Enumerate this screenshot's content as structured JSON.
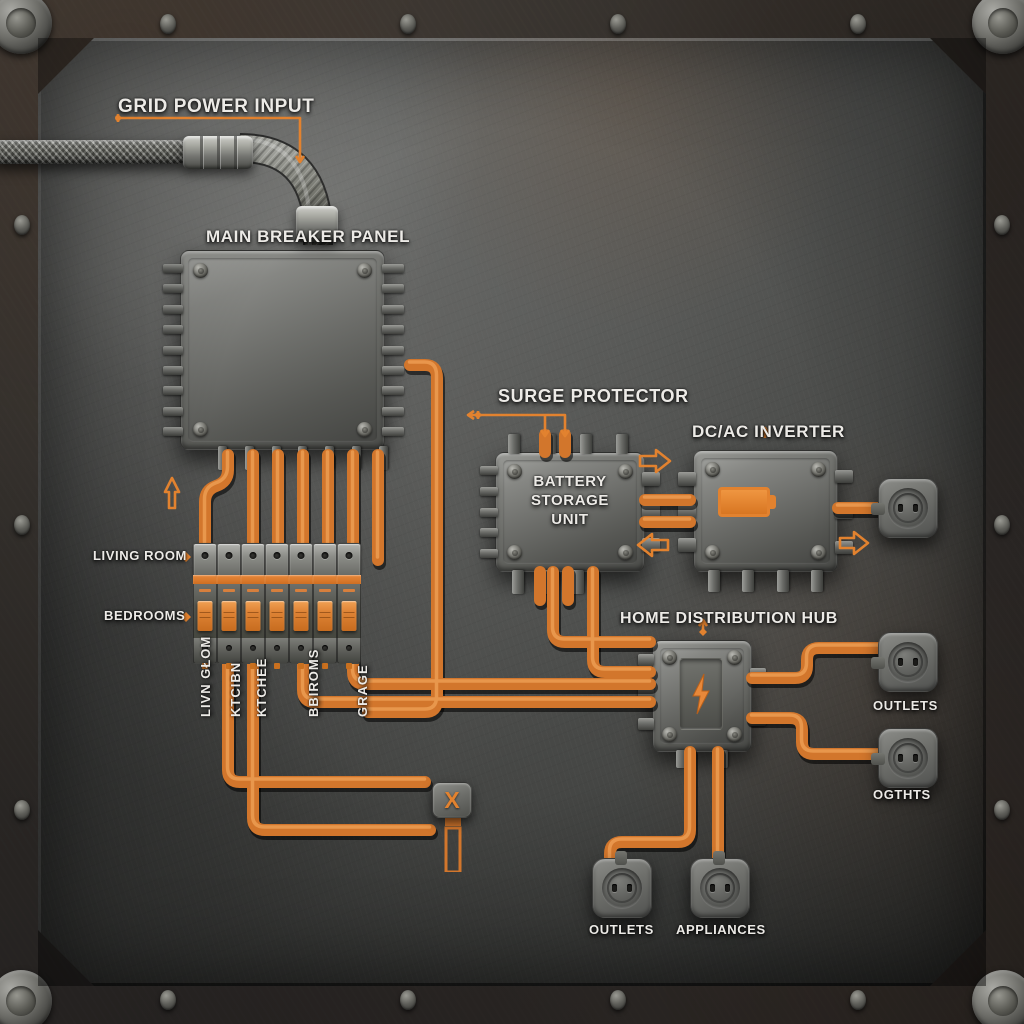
{
  "diagram": {
    "title_labels": {
      "grid_power_input": "GRID POWER INPUT",
      "main_breaker_panel": "MAIN BREAKER PANEL",
      "surge_protector": "SURGE PROTECTOR",
      "dc_ac_inverter": "DC/AC INVERTER",
      "battery_storage_unit": "BATTERY\nSTORAGE\nUNIT",
      "home_distribution_hub": "HOME DISTRIBUTION HUB"
    },
    "breaker_panel": {
      "side_labels": [
        {
          "text": "LIVING ROOM"
        },
        {
          "text": "BEDROOMS"
        }
      ],
      "circuit_labels": [
        {
          "text": "LIVN GŁOM"
        },
        {
          "text": "KTCIBN"
        },
        {
          "text": "KTCHEE"
        },
        {
          "text": "BBIROMS"
        },
        {
          "text": "GRAGE"
        }
      ],
      "breaker_count": 7
    },
    "sockets": [
      {
        "id": "socket-inverter-out",
        "label": ""
      },
      {
        "id": "socket-hub-right-top",
        "label": "OUTLETS"
      },
      {
        "id": "socket-hub-right-bottom",
        "label": "OGTHTS"
      },
      {
        "id": "socket-hub-bottom-left",
        "label": "OUTLETS"
      },
      {
        "id": "socket-hub-bottom-right",
        "label": "APPLIANCES"
      }
    ],
    "icons": {
      "battery": "battery-icon",
      "lightning_bolt": "lightning-bolt-icon",
      "junction_cross": "X",
      "flow_arrow_up": "arrow-up-icon",
      "flow_arrow_right": "arrow-right-icon",
      "flow_arrow_left": "arrow-left-icon"
    },
    "colors": {
      "accent_orange": "#e2822f",
      "cable_orange": "#d2762c",
      "cable_highlight": "#f0a257",
      "label_white": "#eceae6",
      "metal_mid": "#6a6b67",
      "plate_dark": "#3b3c3a"
    }
  }
}
